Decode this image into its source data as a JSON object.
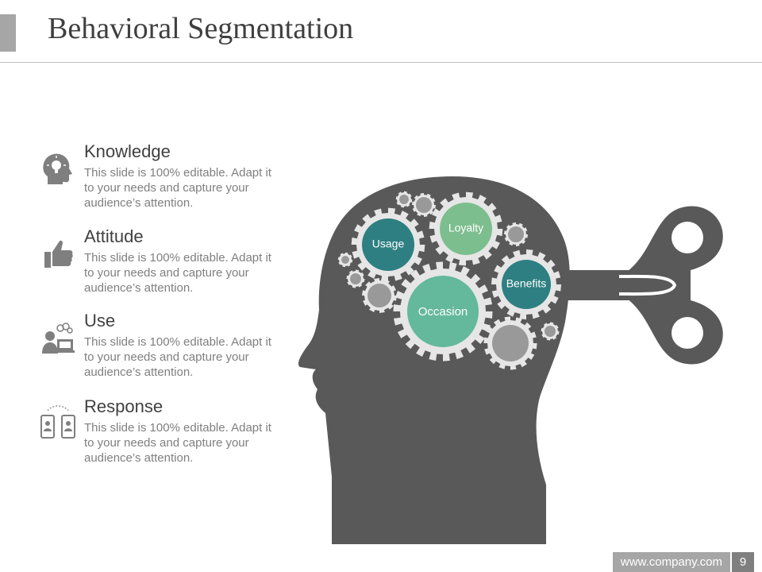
{
  "header": {
    "title": "Behavioral Segmentation"
  },
  "items": [
    {
      "title": "Knowledge",
      "description": "This slide is 100% editable. Adapt it to your needs and capture your audience’s attention.",
      "icon": "head-lightbulb-icon"
    },
    {
      "title": "Attitude",
      "description": "This slide is 100% editable. Adapt it to your needs and capture your audience’s attention.",
      "icon": "thumbs-up-icon"
    },
    {
      "title": "Use",
      "description": "This slide is 100% editable. Adapt it to your needs and capture your audience’s attention.",
      "icon": "user-computer-icon"
    },
    {
      "title": "Response",
      "description": "This slide is 100% editable. Adapt it to your needs and capture your audience’s attention.",
      "icon": "phones-exchange-icon"
    }
  ],
  "gears": {
    "usage": "Usage",
    "loyalty": "Loyalty",
    "benefits": "Benefits",
    "occasion": "Occasion"
  },
  "colors": {
    "head": "#595959",
    "teal_dark": "#2e7f82",
    "teal_light": "#64b89b",
    "green_light": "#7dbe8f",
    "gear_ring": "#e6e6e6",
    "gray_gear": "#999999"
  },
  "footer": {
    "url": "www.company.com",
    "page": "9"
  }
}
